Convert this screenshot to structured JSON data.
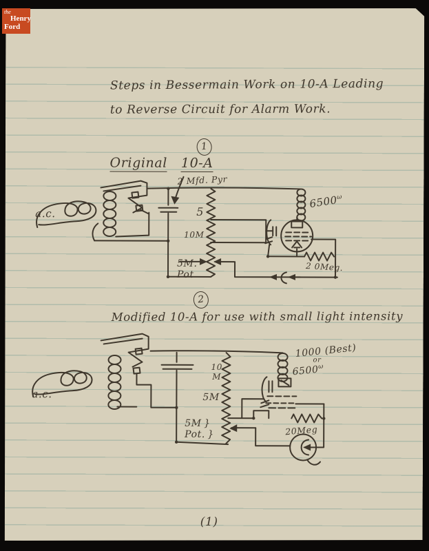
{
  "logo": {
    "the": "the",
    "henry": "Henry",
    "ford": "Ford"
  },
  "title": {
    "line1": "Steps in Bessermain Work on 10-A Leading",
    "line2": "to Reverse Circuit for Alarm Work."
  },
  "figure1": {
    "number": "1",
    "heading_word": "Original",
    "heading_model": "10-A",
    "cap_label": "2 Mfd. Pyr",
    "ac_label": "a.c.",
    "r5_label": "5",
    "r10m_label": "10M",
    "pot_label_1": "5M.",
    "pot_label_2": "Pot",
    "coil_label": "6500",
    "coil_omega": "ω",
    "meg_label": "2 0Meg."
  },
  "figure2": {
    "number": "2",
    "heading": "Modified 10-A for use with small light intensity",
    "ac_label": "a.c.",
    "r10_label_1": "10",
    "r10_label_2": "M",
    "r5m_label": "5M",
    "pot_label_1": "5M",
    "pot_label_2": "Pot.",
    "brace": "}",
    "coil_label_1": "1000 (Best)",
    "coil_label_or": "or",
    "coil_label_2": "6500",
    "coil_omega": "ω",
    "meg_label": "20Meg"
  },
  "footer": {
    "page_number": "(1)"
  },
  "colors": {
    "background": "#0b0908",
    "paper": "#d7d0bb",
    "ink": "#3f372c",
    "rule_line": "#7a9e94",
    "logo_bg": "#c84a21",
    "logo_text": "#ffffff"
  }
}
